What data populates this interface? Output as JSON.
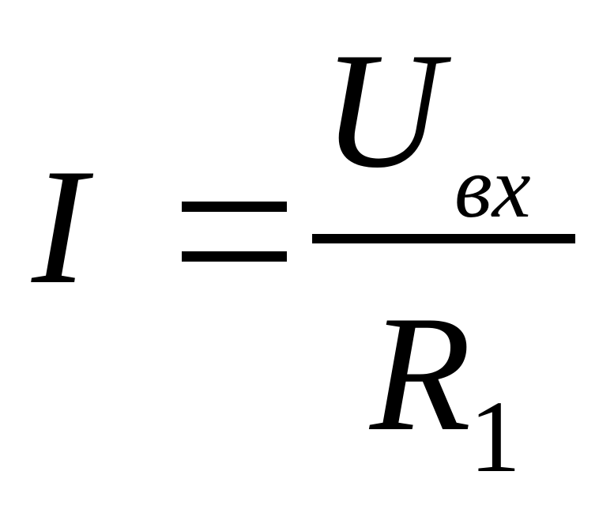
{
  "formula": {
    "lhs": "I",
    "numerator_symbol": "U",
    "numerator_subscript": "вх",
    "denominator_symbol": "R",
    "denominator_subscript": "1"
  }
}
